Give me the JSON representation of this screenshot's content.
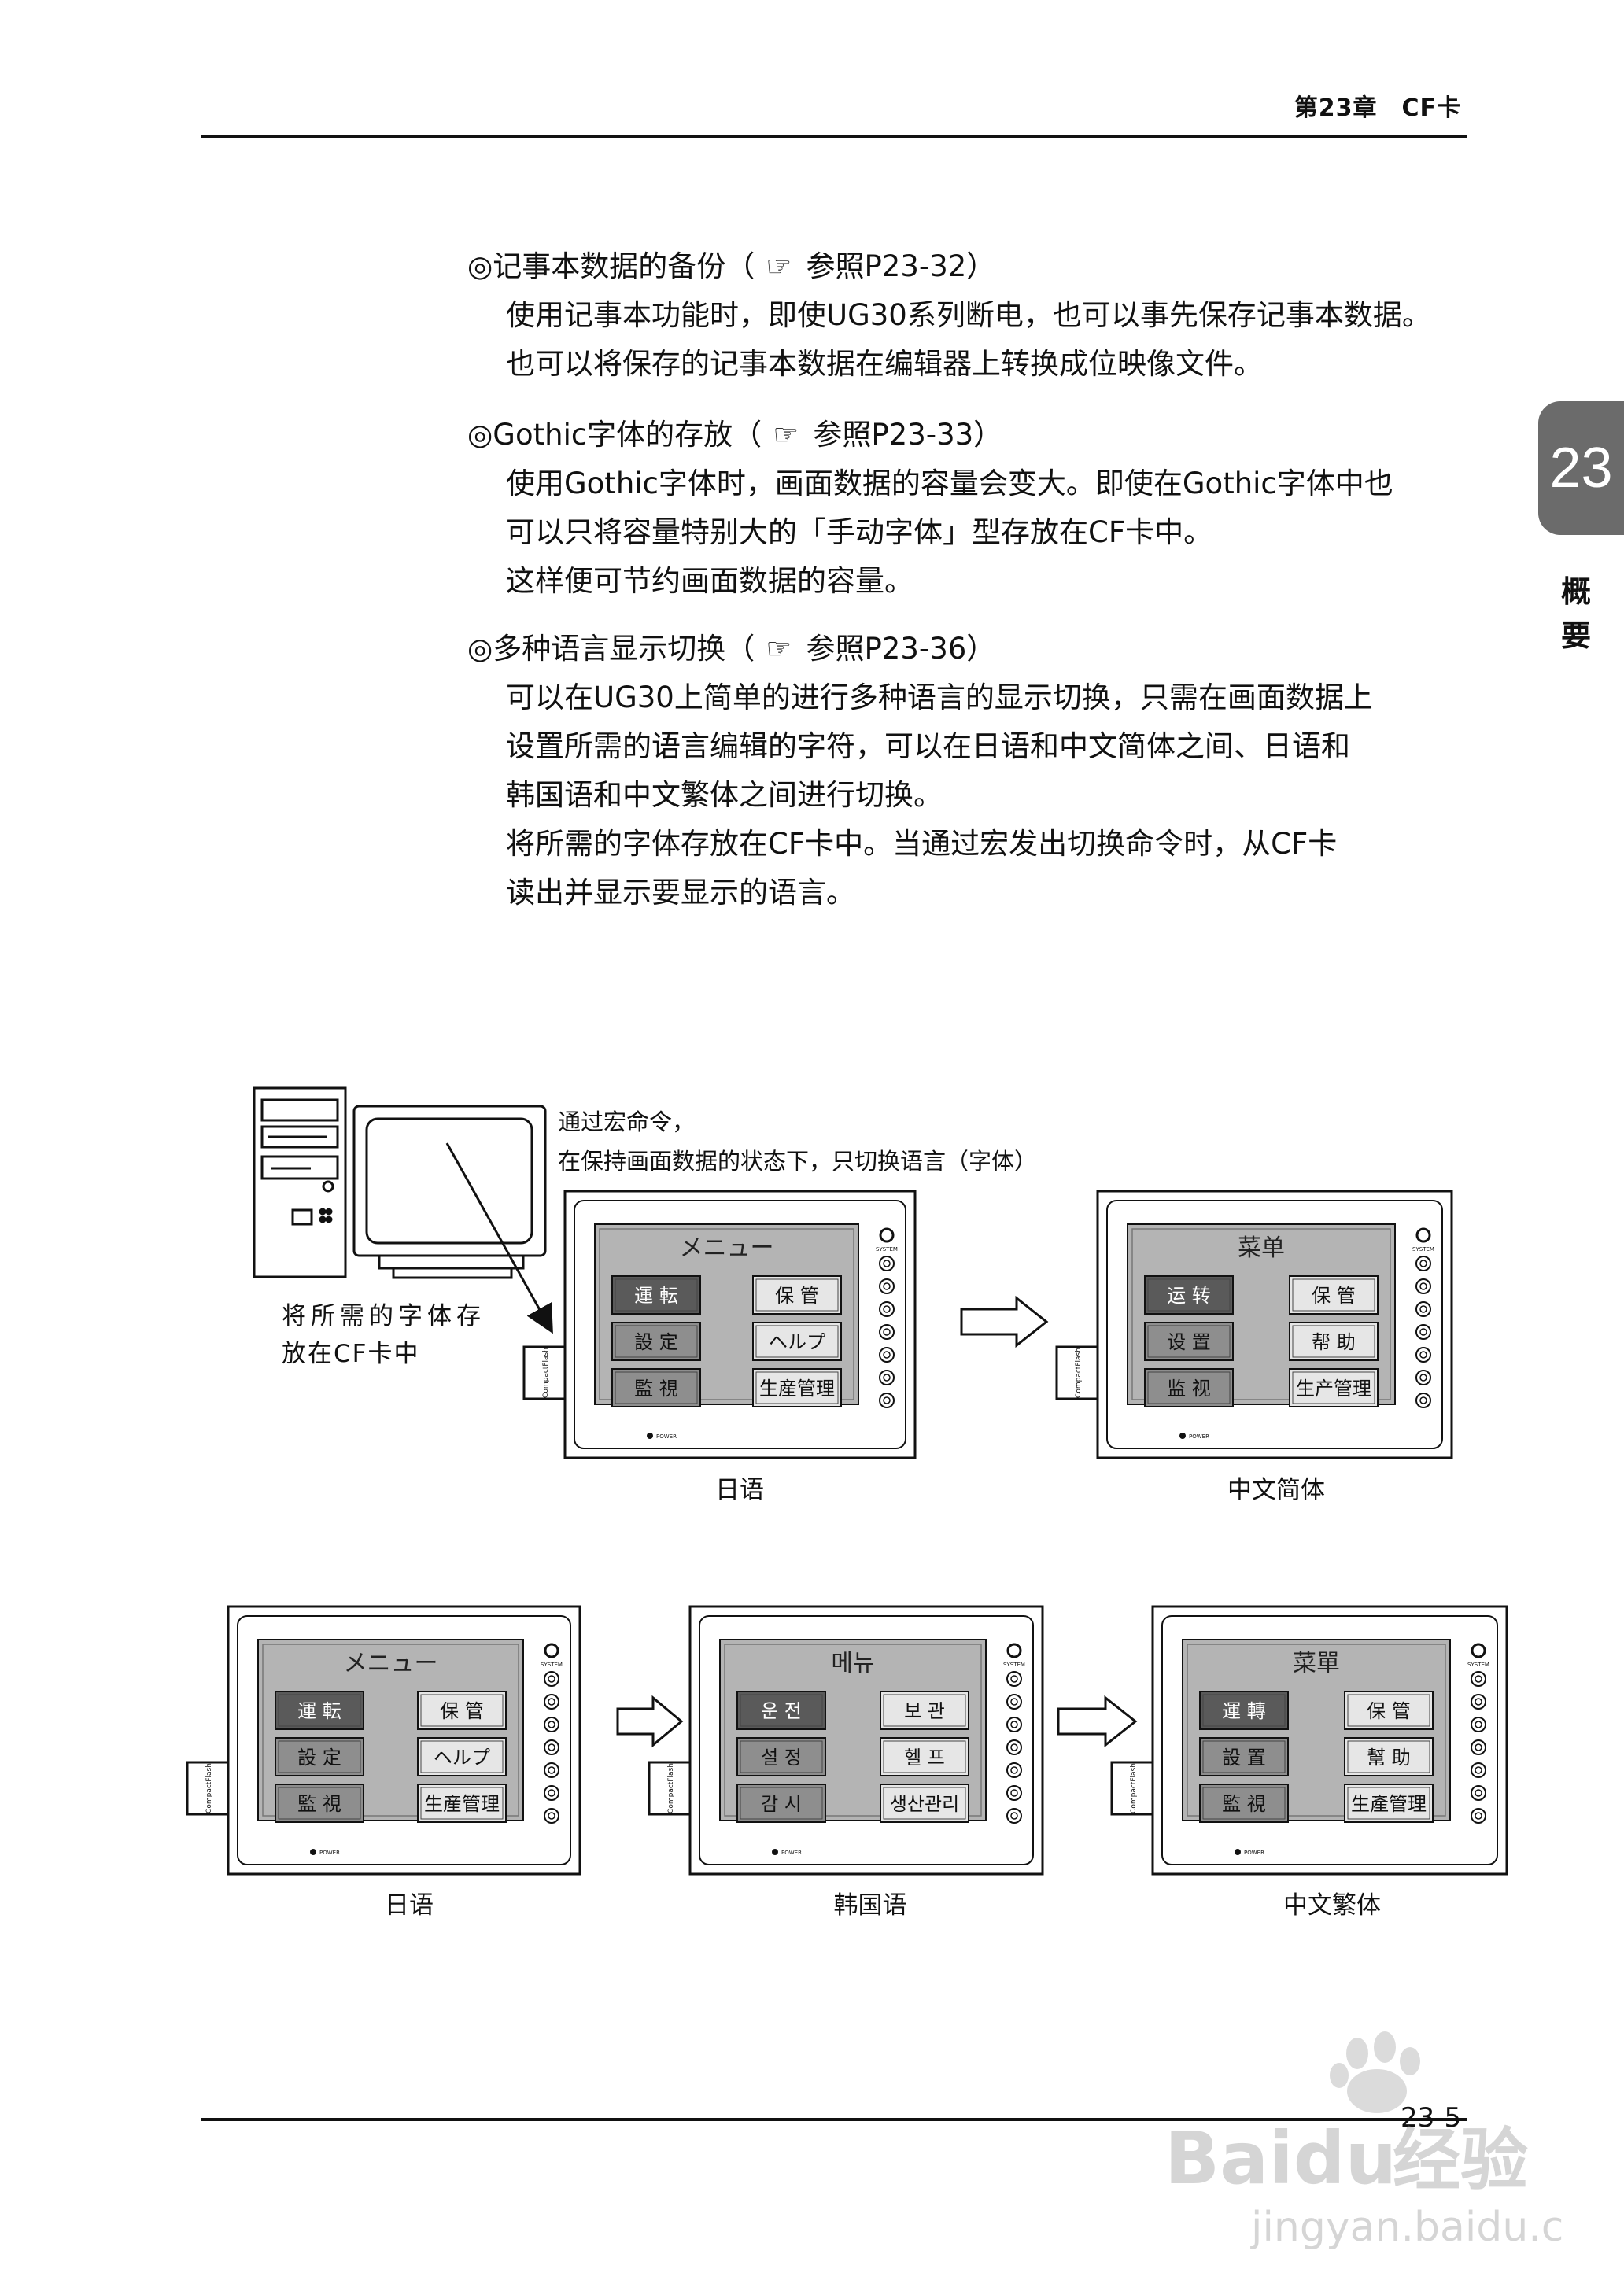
{
  "header": {
    "chapter": "第23章　CF卡"
  },
  "side_tab": {
    "number": "23",
    "label_1": "概",
    "label_2": "要"
  },
  "sections": [
    {
      "title": "记事本数据的备份（",
      "ref": "参照P23-32）",
      "lines": [
        "使用记事本功能时，即使UG30系列断电，也可以事先保存记事本数据。",
        "也可以将保存的记事本数据在编辑器上转换成位映像文件。"
      ]
    },
    {
      "title": "Gothic字体的存放（",
      "ref": "参照P23-33）",
      "lines": [
        "使用Gothic字体时，画面数据的容量会变大。即使在Gothic字体中也",
        "可以只将容量特别大的「手动字体」型存放在CF卡中。",
        "这样便可节约画面数据的容量。"
      ]
    },
    {
      "title": "多种语言显示切换（",
      "ref": "参照P23-36）",
      "lines": [
        "可以在UG30上简单的进行多种语言的显示切换，只需在画面数据上",
        "设置所需的语言编辑的字符，可以在日语和中文简体之间、日语和",
        "韩国语和中文繁体之间进行切换。",
        "将所需的字体存放在CF卡中。当通过宏发出切换命令时，从CF卡",
        "读出并显示要显示的语言。"
      ]
    }
  ],
  "diagram": {
    "note_line1": "通过宏命令，",
    "note_line2": "在保持画面数据的状态下，只切换语言（字体）",
    "store_line1": "将所需的字体存",
    "store_line2": "放在CF卡中",
    "cf_label": "CompactFlash",
    "power_label": "POWER",
    "system_label": "SYSTEM",
    "screens": [
      {
        "caption": "日语",
        "title": "メニュー",
        "buttons": [
          "運 転",
          "保 管",
          "設 定",
          "ヘルプ",
          "監 視",
          "生産管理"
        ]
      },
      {
        "caption": "中文简体",
        "title": "菜单",
        "buttons": [
          "运 转",
          "保 管",
          "设 置",
          "帮 助",
          "监 视",
          "生产管理"
        ]
      },
      {
        "caption": "日语",
        "title": "メニュー",
        "buttons": [
          "運 転",
          "保 管",
          "設 定",
          "ヘルプ",
          "監 視",
          "生産管理"
        ]
      },
      {
        "caption": "韩国语",
        "title": "메뉴",
        "buttons": [
          "운 전",
          "보 관",
          "설 정",
          "헬 프",
          "감 시",
          "생산관리"
        ]
      },
      {
        "caption": "中文繁体",
        "title": "菜單",
        "buttons": [
          "運 轉",
          "保 管",
          "設 置",
          "幫 助",
          "監 視",
          "生產管理"
        ]
      }
    ]
  },
  "page_number": "23-5",
  "watermark": {
    "brand": "Baidu",
    "product": "经验",
    "url": "jingyan.baidu.com"
  },
  "colors": {
    "tab_gray": "#6b6b6b",
    "screen_gray": "#b4b4b4",
    "button_dark": "#5a5a5a",
    "button_mid": "#8e8e8e",
    "button_light": "#e6e6e6"
  }
}
